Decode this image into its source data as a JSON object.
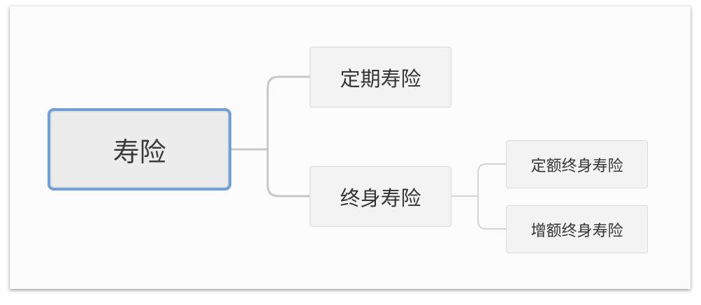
{
  "mindmap": {
    "root": {
      "label": "寿险"
    },
    "branches": [
      {
        "label": "定期寿险",
        "children": []
      },
      {
        "label": "终身寿险",
        "children": [
          {
            "label": "定额终身寿险"
          },
          {
            "label": "增额终身寿险"
          }
        ]
      }
    ]
  },
  "colors": {
    "root_border": "#6f9fd8",
    "node_fill": "#f3f3f3",
    "connector": "#cccccc"
  }
}
